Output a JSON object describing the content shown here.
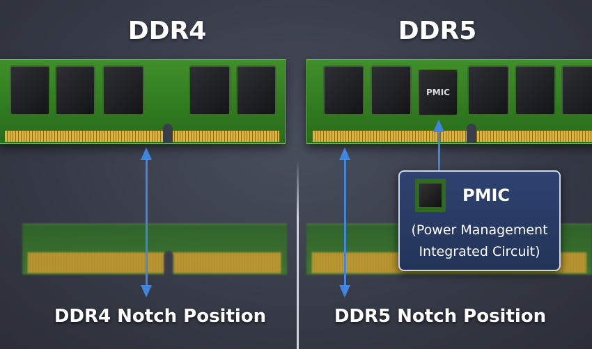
{
  "left": {
    "title": "DDR4",
    "caption": "DDR4 Notch Position"
  },
  "right": {
    "title": "DDR5",
    "caption": "DDR5 Notch Position",
    "chip_label": "PMIC"
  },
  "callout": {
    "title": "PMIC",
    "line1": "(Power Management",
    "line2": "Integrated Circuit)"
  },
  "colors": {
    "arrow": "#3f86e0",
    "pcb": "#3f8f2a",
    "gold": "#e2b634",
    "callout": "#2f4270"
  }
}
